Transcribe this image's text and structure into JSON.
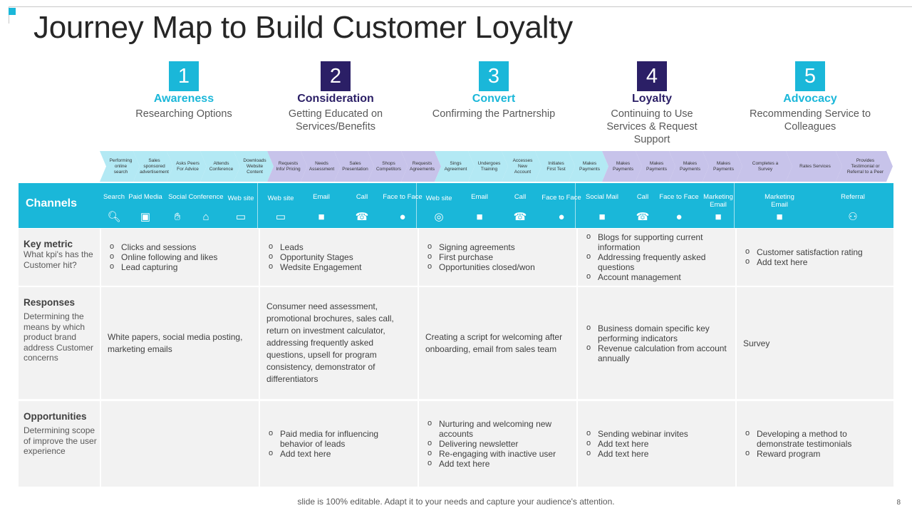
{
  "title": "Journey Map to Build Customer Loyalty",
  "stages": [
    {
      "num": "1",
      "name": "Awareness",
      "desc": "Researching Options"
    },
    {
      "num": "2",
      "name": "Consideration",
      "desc": "Getting Educated on Services/Benefits"
    },
    {
      "num": "3",
      "name": "Convert",
      "desc": "Confirming the Partnership"
    },
    {
      "num": "4",
      "name": "Loyalty",
      "desc": "Continuing to Use Services & Request Support"
    },
    {
      "num": "5",
      "name": "Advocacy",
      "desc": "Recommending Service to Colleagues"
    }
  ],
  "steps": [
    "Performing online search",
    "Sales sponsored advertisement",
    "Asks Peers For Advice",
    "Attends Conference",
    "Downloads Website Content",
    "Requests Info/ Pricing",
    "Needs Assessment",
    "Sales Presentation",
    "Shops Competitors",
    "Requests Agreements",
    "Sings Agreement",
    "Undergoes Training",
    "Accesses New Account",
    "Initiates First Test",
    "Makes Payments",
    "Makes Payments",
    "Makes Payments",
    "Makes Payments",
    "Makes Payments",
    "Completes a Survey",
    "Rates Services",
    "Provides Testimonial or Referral to a Peer"
  ],
  "channels": {
    "title": "Channels",
    "items": [
      {
        "label": "Search",
        "icon": "search-icon"
      },
      {
        "label": "Paid Media",
        "icon": "media-icon"
      },
      {
        "label": "Social",
        "icon": "social-icon"
      },
      {
        "label": "Conference",
        "icon": "conference-icon"
      },
      {
        "label": "Web site",
        "icon": "monitor-icon"
      },
      {
        "label": "Web site",
        "icon": "monitor-icon"
      },
      {
        "label": "Email",
        "icon": "email-icon"
      },
      {
        "label": "Call",
        "icon": "phone-icon"
      },
      {
        "label": "Face to Face",
        "icon": "chat-icon"
      },
      {
        "label": "Web site",
        "icon": "web-icon"
      },
      {
        "label": "Email",
        "icon": "email-icon"
      },
      {
        "label": "Call",
        "icon": "phone-icon"
      },
      {
        "label": "Face to Face",
        "icon": "chat-icon"
      },
      {
        "label": "Social Mail",
        "icon": "email-icon"
      },
      {
        "label": "Call",
        "icon": "phone-icon"
      },
      {
        "label": "Face to Face",
        "icon": "chat-icon"
      },
      {
        "label": "Marketing Email",
        "icon": "email-icon"
      },
      {
        "label": "Marketing Email",
        "icon": "email-icon"
      },
      {
        "label": "Referral",
        "icon": "people-icon"
      }
    ]
  },
  "rows": {
    "metric": {
      "head": "Key metric",
      "sub": "What kpi's has the Customer hit?",
      "cells": [
        [
          "Clicks and sessions",
          "Online following and likes",
          "Lead capturing"
        ],
        [
          "Leads",
          "Opportunity Stages",
          "Wedsite Engagement"
        ],
        [
          "Signing agreements",
          "First purchase",
          "Opportunities closed/won"
        ],
        [
          "Blogs for supporting current information",
          "Addressing frequently asked questions",
          "Account management"
        ],
        [
          "Customer satisfaction rating",
          "Add text here"
        ]
      ]
    },
    "responses": {
      "head": "Responses",
      "sub": "Determining the means by which product brand address Customer concerns",
      "cells": [
        "White papers, social media posting, marketing emails",
        "Consumer need assessment, promotional brochures, sales call, return on investment calculator, addressing frequently asked questions, upsell for program consistency, demonstrator of differentiators",
        "Creating a script for welcoming after onboarding, email from sales team",
        [
          "Business domain specific key performing indicators",
          "Revenue calculation from account annually"
        ],
        "Survey"
      ]
    },
    "opportunities": {
      "head": "Opportunities",
      "sub": "Determining scope of improve the user experience",
      "cells": [
        [],
        [
          "Paid media for influencing behavior of leads",
          "Add text here"
        ],
        [
          "Nurturing and welcoming new accounts",
          "Delivering newsletter",
          "Re-engaging with inactive user",
          "Add text here"
        ],
        [
          "Sending webinar invites",
          "Add text here",
          "Add text here"
        ],
        [
          "Developing a method to demonstrate testimonials",
          "Reward program"
        ]
      ]
    }
  },
  "footer": "slide is 100% editable. Adapt it to your needs and capture your audience's attention.",
  "page_number": "8",
  "colors": {
    "cyan": "#1ab7d9",
    "navy": "#2b1f66",
    "light_cyan": "#b3e9f4",
    "light_purple": "#c7c3ea",
    "cell_bg": "#f2f2f2"
  }
}
